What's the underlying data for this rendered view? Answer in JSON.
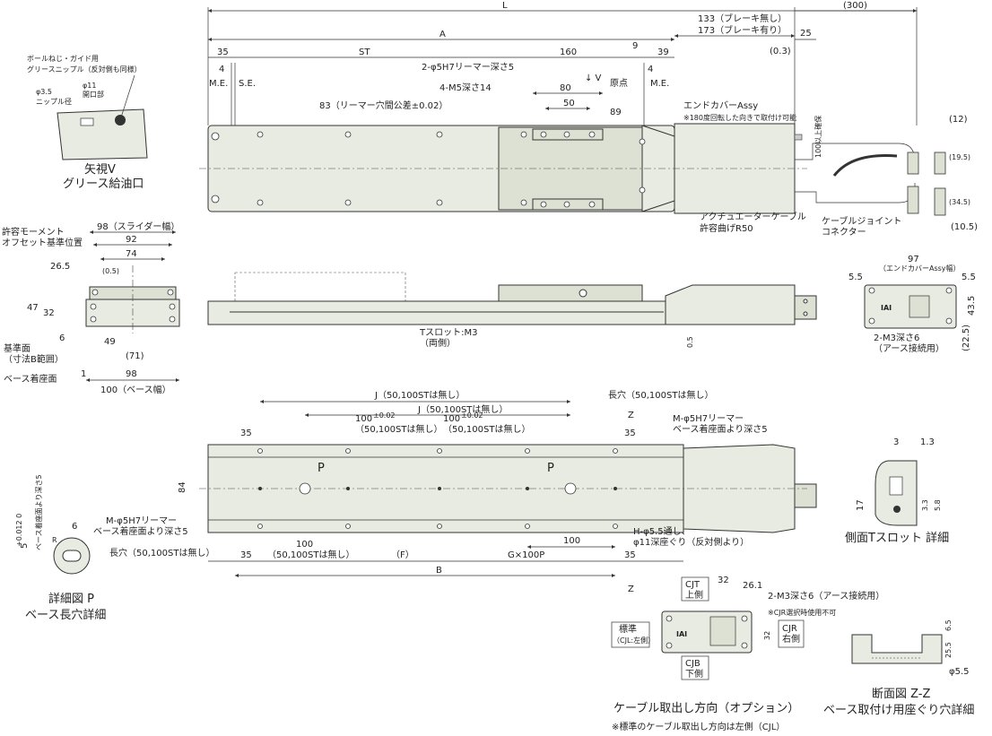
{
  "dim": {
    "L": "L",
    "A": "A",
    "ST": "ST",
    "B": "B",
    "d300": "(300)",
    "d133": "133（ブレーキ無し）",
    "d173": "173（ブレーキ有り）",
    "d35": "35",
    "d160": "160",
    "d9": "9",
    "d39": "39",
    "d25": "25",
    "d03": "(0.3)",
    "d4": "4",
    "me": "M.E.",
    "se": "S.E.",
    "origin": "原点",
    "d80": "80",
    "d50": "50",
    "d89": "89",
    "d12": "(12)",
    "d195": "(19.5)",
    "d345": "(34.5)",
    "d105": "(10.5)",
    "d98s": "98（スライダー幅）",
    "d92": "92",
    "d74": "74",
    "d265": "26.5",
    "d05": "(0.5)",
    "d47": "47",
    "d32": "32",
    "d6": "6",
    "d49": "49",
    "d71": "(71)",
    "d1": "1",
    "d98": "98",
    "d100w": "100（ベース幅）",
    "d97": "97",
    "d55": "5.5",
    "d435": "43.5",
    "d225": "(22.5)",
    "d0_5": "0.5",
    "d84": "84",
    "d100": "100",
    "d100p": "100",
    "sup002": "±0.02",
    "d3": "3",
    "d13": "1.3",
    "d17": "17",
    "d33": "3.3",
    "d58": "5.8",
    "d5": "5",
    "d5tol": "+0.012 0",
    "dp6": "6",
    "r": "R",
    "d26": "26.1",
    "d65": "6.5",
    "d255": "25.5",
    "phi55": "φ5.5"
  },
  "notes": {
    "ball_screw": "ボールねじ・ガイド用",
    "grease_nipple": "グリースニップル（反対側も同様）",
    "phi35": "φ3.5",
    "nipple_dia": "ニップル径",
    "phi11": "φ11",
    "opening": "開口部",
    "view_v": "矢視V",
    "grease_port": "グリース給油口",
    "reamer": "2-φ5H7リーマー深さ5",
    "m5": "4-M5深さ14",
    "pitch": "83（リーマー穴間公差±0.02）",
    "v_arrow": "↓ V",
    "end_cover": "エンドカバーAssy",
    "end_cover_note": "※180度回転した向きで取付け可能",
    "min100": "100以上確保",
    "cable": "アクチュエーターケーブル",
    "bend": "許容曲げR50",
    "joint": "ケーブルジョイント",
    "connector": "コネクター",
    "moment": "許容モーメント",
    "offset": "オフセット基準位置",
    "ref_surface": "基準面",
    "ref_range": "（寸法B範囲）",
    "base_seat": "ベース着座面",
    "tslot": "Tスロット:M3",
    "both": "（両側）",
    "end_width": "（エンドカバーAssy幅）",
    "m3_earth": "2-M3深さ6",
    "earth_use": "（アース接続用）",
    "j1": "J（50,100STは無し）",
    "j2": "J（50,100STは無し）",
    "no50": "（50,100STは無し）",
    "slot": "長穴（50,100STは無し）",
    "z": "Z",
    "m_reamer": "M-φ5H7リーマー",
    "from_seat": "ベース着座面より深さ5",
    "p": "P",
    "h_thru": "H-φ5.5通し、",
    "counterbore": "φ11深座ぐり（反対側より）",
    "f": "（F）",
    "g100p": "G×100P",
    "seat_depth": "ベース着座面より深さ5",
    "detail_p": "詳細図 P",
    "detail_p2": "ベース長穴詳細",
    "side_tslot": "側面Tスロット 詳細",
    "cjt": "CJT",
    "top": "上側",
    "cjr": "CJR",
    "right": "右側",
    "cjb": "CJB",
    "bottom": "下側",
    "std": "標準",
    "cjl": "（CJL:左側）",
    "m3_earth2": "2-M3深さ6（アース接続用）",
    "cjr_note": "※CJR選択時使用不可",
    "cable_dir": "ケーブル取出し方向（オプション）",
    "cable_std": "※標準のケーブル取出し方向は左側（CJL）",
    "section": "断面図 Z-Z",
    "section2": "ベース取付け用座ぐり穴詳細",
    "logo": "IAI"
  }
}
